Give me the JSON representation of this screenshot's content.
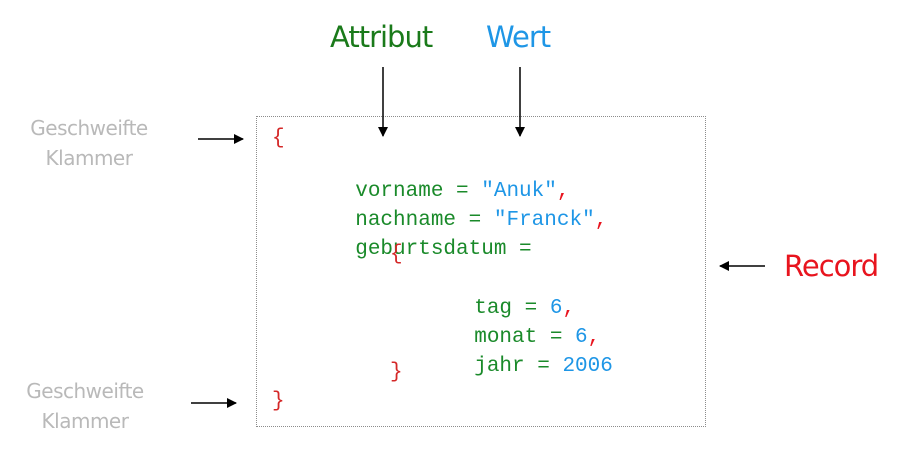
{
  "headings": {
    "attribute": "Attribut",
    "value": "Wert",
    "record": "Record"
  },
  "side_labels": {
    "top": [
      "Geschweifte",
      "Klammer"
    ],
    "bottom": [
      "Geschweifte",
      "Klammer"
    ]
  },
  "code": {
    "open_brace": "{",
    "close_brace": "}",
    "fields": [
      {
        "attr": "vorname",
        "op": " = ",
        "value": "\"Anuk\"",
        "sep": ","
      },
      {
        "attr": "nachname",
        "op": " = ",
        "value": "\"Franck\"",
        "sep": ","
      },
      {
        "attr": "geburtsdatum",
        "op": " =",
        "value": "",
        "sep": ""
      }
    ],
    "nested_open": "{",
    "nested_close": "}",
    "nested_fields": [
      {
        "attr": "tag",
        "op": " = ",
        "value": "6",
        "sep": ","
      },
      {
        "attr": "monat",
        "op": " = ",
        "value": "6",
        "sep": ","
      },
      {
        "attr": "jahr",
        "op": " = ",
        "value": "2006",
        "sep": ""
      }
    ]
  },
  "colors": {
    "attribute": "#1a7a1a",
    "value": "#1e96e6",
    "record": "#e8141e",
    "side_label": "#b9b9b9",
    "arrow": "#000000"
  }
}
